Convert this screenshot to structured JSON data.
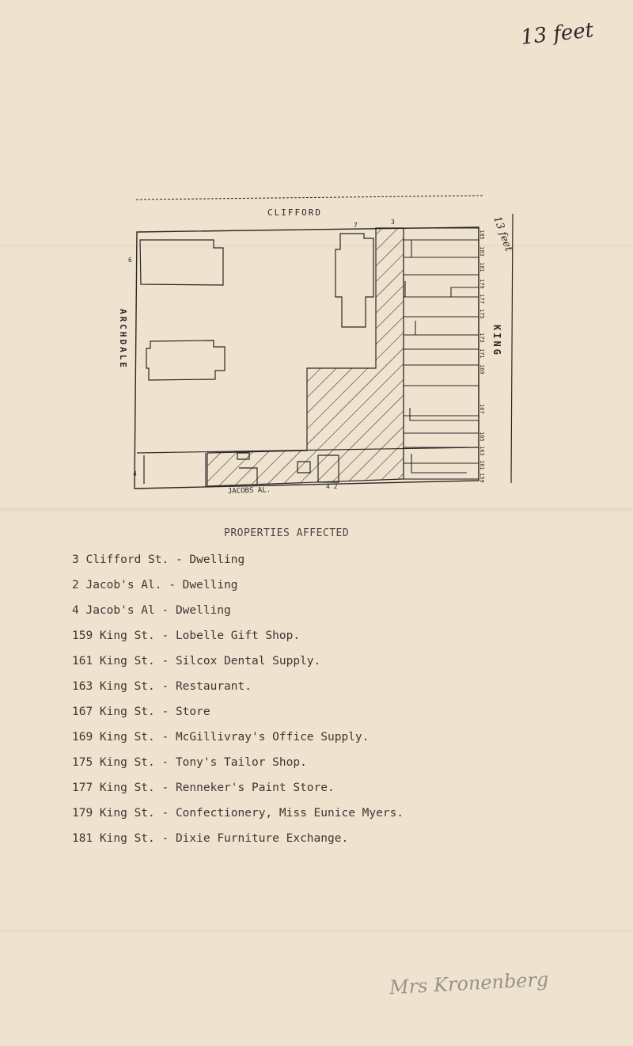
{
  "handwritten_note": "13 feet",
  "map": {
    "street_top": "CLIFFORD",
    "street_left": "ARCHDALE",
    "street_right": "KING",
    "street_bottom": "JACOBS AL.",
    "lot_numbers_top": [
      "7",
      "3"
    ],
    "lot_numbers_left": [
      "6",
      "4"
    ],
    "lot_number_bottom": "4 2",
    "king_numbers": [
      "185",
      "183",
      "181",
      "179",
      "177",
      "175",
      "173",
      "171",
      "169",
      "167",
      "165",
      "163",
      "161",
      "159"
    ],
    "corner_note": "13 feet"
  },
  "title": "PROPERTIES AFFECTED",
  "properties": [
    "3 Clifford St. - Dwelling",
    "2 Jacob's Al. - Dwelling",
    "4 Jacob's Al - Dwelling",
    "159 King St. - Lobelle Gift Shop.",
    "161 King St. - Silcox Dental Supply.",
    "163 King St. - Restaurant.",
    "167 King St. - Store",
    "169 King St. - McGillivray's Office Supply.",
    "175 King St. - Tony's Tailor Shop.",
    "177 King St. - Renneker's Paint Store.",
    "179 King St. - Confectionery, Miss Eunice Myers.",
    "181 King St. - Dixie Furniture Exchange."
  ],
  "signature": "Mrs Kronenberg"
}
